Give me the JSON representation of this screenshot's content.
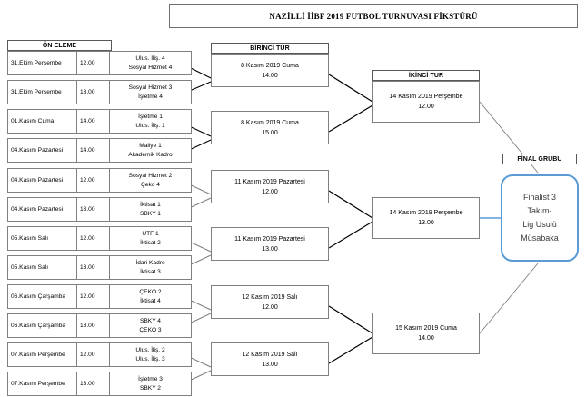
{
  "title": "NAZİLLİ İİBF 2019 FUTBOL TURNUVASI FİKSTÜRÜ",
  "stages": {
    "prelim_label": "ÖN ELEME",
    "round1_label": "BİRİNCİ TUR",
    "round2_label": "İKİNCİ TUR",
    "final_label": "FİNAL GRUBU"
  },
  "colors": {
    "final_border": "#5b9bd5",
    "box_border": "#808080",
    "header_border": "#595959",
    "connector": "#000000",
    "connector_light": "#7f7f7f"
  },
  "preliminary": [
    {
      "date": "31.Ekim Perşembe",
      "time": "12.00",
      "team1": "Ulus. İliş. 4",
      "team2": "Sosyal Hizmet 4"
    },
    {
      "date": "31.Ekim Perşembe",
      "time": "13.00",
      "team1": "Sosyal Hizmet 3",
      "team2": "İşletme 4"
    },
    {
      "date": "01.Kasım Cuma",
      "time": "14.00",
      "team1": "İşletme 1",
      "team2": "Ulus. İliş. 1"
    },
    {
      "date": "04.Kasım Pazartesi",
      "time": "14.00",
      "team1": "Maliye 1",
      "team2": "Akademik Kadro"
    },
    {
      "date": "04.Kasım Pazartesi",
      "time": "12.00",
      "team1": "Sosyal Hizmet 2",
      "team2": "Çeko 4"
    },
    {
      "date": "04.Kasım Pazartesi",
      "time": "13.00",
      "team1": "İktisat 1",
      "team2": "SBKY 1"
    },
    {
      "date": "05.Kasım Salı",
      "time": "12.00",
      "team1": "UTF 1",
      "team2": "İktisat 2"
    },
    {
      "date": "05.Kasım Salı",
      "time": "13.00",
      "team1": "İdari Kadro",
      "team2": "İktisat 3"
    },
    {
      "date": "06.Kasım Çarşamba",
      "time": "12.00",
      "team1": "ÇEKO 2",
      "team2": "İktisat 4"
    },
    {
      "date": "06.Kasım Çarşamba",
      "time": "13.00",
      "team1": "SBKY 4",
      "team2": "ÇEKO 3"
    },
    {
      "date": "07.Kasım Perşembe",
      "time": "12.00",
      "team1": "Ulus. İliş. 2",
      "team2": "Ulus. İliş. 3"
    },
    {
      "date": "07.Kasım Perşembe",
      "time": "13.00",
      "team1": "İşletme 3",
      "team2": "SBKY 2"
    }
  ],
  "round1": [
    {
      "date": "8 Kasım 2019 Cuma",
      "time": "14.00"
    },
    {
      "date": "8 Kasım 2019 Cuma",
      "time": "15.00"
    },
    {
      "date": "11 Kasım 2019 Pazartesi",
      "time": "12.00"
    },
    {
      "date": "11 Kasım 2019 Pazartesi",
      "time": "13.00"
    },
    {
      "date": "12 Kasım 2019 Salı",
      "time": "12.00"
    },
    {
      "date": "12 Kasım 2019 Salı",
      "time": "13.00"
    }
  ],
  "round2": [
    {
      "date": "14 Kasım 2019 Perşembe",
      "time": "12.00"
    },
    {
      "date": "14 Kasım 2019 Perşembe",
      "time": "13.00"
    },
    {
      "date": "15 Kasım 2019 Cuma",
      "time": "14.00"
    }
  ],
  "final": {
    "line1": "Finalist 3",
    "line2": "Takım-",
    "line3": "Lig Usulü",
    "line4": "Müsabaka"
  }
}
